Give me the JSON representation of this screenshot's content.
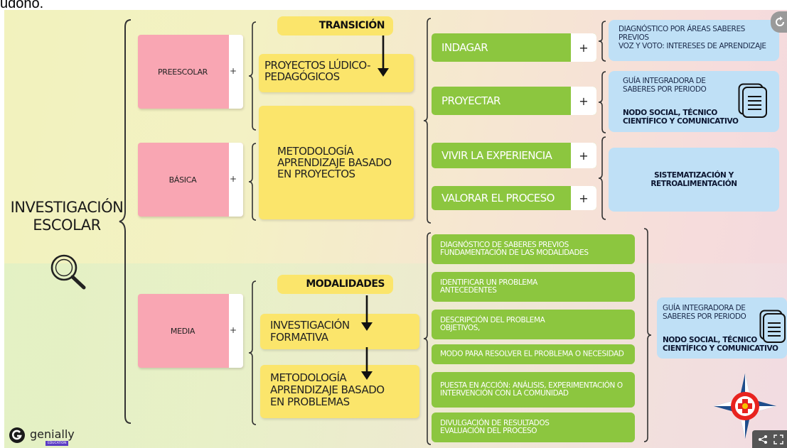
{
  "clipped_top_text": "udono.",
  "main": {
    "title_line1": "INVESTIGACIÓN",
    "title_line2": "ESCOLAR",
    "search_icon": "magnifier-icon"
  },
  "levels": [
    {
      "label": "PREESCOLAR",
      "plus": "+"
    },
    {
      "label": "BÁSICA",
      "plus": "+"
    },
    {
      "label": "MEDIA",
      "plus": "+"
    }
  ],
  "yellow": {
    "transicion": "TRANSICIÓN",
    "proyectos_line1": "PROYECTOS LÚDICO-",
    "proyectos_line2": "PEDAGÓGICOS",
    "metodo_proj_line1": "METODOLOGÍA",
    "metodo_proj_line2": "APRENDIZAJE BASADO",
    "metodo_proj_line3": "EN PROYECTOS",
    "modalidades": "MODALIDADES",
    "investigacion_line1": "INVESTIGACIÓN",
    "investigacion_line2": "FORMATIVA",
    "metodo_prob_line1": "METODOLOGÍA",
    "metodo_prob_line2": "APRENDIZAJE BASADO",
    "metodo_prob_line3": "EN PROBLEMAS"
  },
  "phases": [
    {
      "label": "INDAGAR",
      "plus": "+"
    },
    {
      "label": "PROYECTAR",
      "plus": "+"
    },
    {
      "label": "VIVIR LA EXPERIENCIA",
      "plus": "+"
    },
    {
      "label": "VALORAR EL PROCESO",
      "plus": "+"
    }
  ],
  "steps": [
    {
      "l1": "DIAGNÓSTICO DE SABERES PREVIOS",
      "l2": "FUNDAMENTACIÓN DE LAS MODALIDADES"
    },
    {
      "l1": "IDENTIFICAR UN PROBLEMA",
      "l2": "ANTECEDENTES"
    },
    {
      "l1": "DESCRIPCIÓN DEL PROBLEMA",
      "l2": "OBJETIVOS,"
    },
    {
      "l1": "MODO PARA RESOLVER EL PROBLEMA O NECESIDAD",
      "l2": ""
    },
    {
      "l1": "PUESTA EN ACCIÓN: ANÁLISIS, EXPERIMENTACIÓN O",
      "l2": "INTERVENCIÓN CON LA COMUNIDAD"
    },
    {
      "l1": "DIVULGACIÓN DE RESULTADOS",
      "l2": "EVALUACIÓN DEL PROCESO"
    }
  ],
  "blue_boxes": {
    "b1_line1": "DIAGNÓSTICO POR ÁREAS SABERES",
    "b1_line2": "PREVIOS",
    "b1_line3": "VOZ Y VOTO: INTERESES DE APRENDIZAJE",
    "b2_line1": "GUÍA INTEGRADORA DE",
    "b2_line2": "SABERES POR PERIODO",
    "b2_bold1": "NODO SOCIAL, TÉCNICO",
    "b2_bold2": "CIENTÍFICO Y COMUNICATIVO",
    "b3_bold1": "SISTEMATIZACIÓN Y",
    "b3_bold2": "RETROALIMENTACIÓN",
    "b4_line1": "GUÍA INTEGRADORA DE",
    "b4_line2": "SABERES POR PERIODO",
    "b4_bold1": "NODO SOCIAL, TÉCNICO",
    "b4_bold2": "CIENTÍFICO Y COMUNICATIVO"
  },
  "branding": {
    "logo_text": "genially",
    "badge": "EDUCATION"
  },
  "controls": {
    "share": "share-icon",
    "fullscreen": "fullscreen-icon",
    "refresh": "refresh-icon"
  }
}
